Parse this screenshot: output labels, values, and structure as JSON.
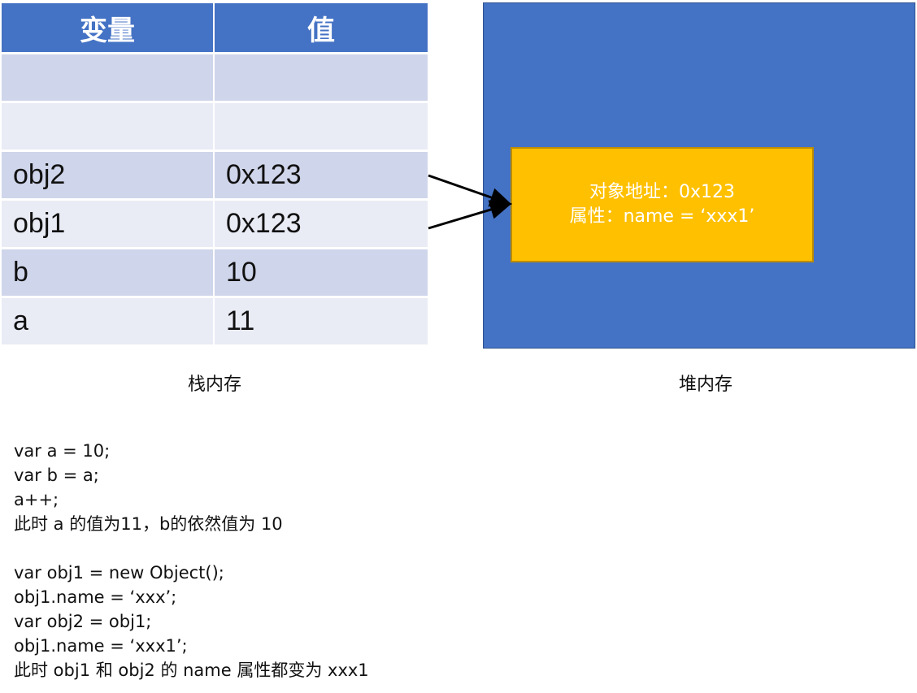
{
  "stack_table": {
    "headers": [
      "变量",
      "值"
    ],
    "rows": [
      {
        "variable": "",
        "value": ""
      },
      {
        "variable": "",
        "value": ""
      },
      {
        "variable": "obj2",
        "value": "0x123"
      },
      {
        "variable": "obj1",
        "value": "0x123"
      },
      {
        "variable": "b",
        "value": "10"
      },
      {
        "variable": "a",
        "value": "11"
      }
    ]
  },
  "stack_caption": "栈内存",
  "heap_caption": "堆内存",
  "heap_object": {
    "line1": "对象地址：0x123",
    "line2": "属性：name = ‘xxx1’"
  },
  "code_lines": [
    "var a = 10;",
    "var b = a;",
    "a++;",
    "此时 a 的值为11，b的依然值为 10",
    "",
    "var obj1 = new Object();",
    "obj1.name = ‘xxx’;",
    "var obj2 = obj1;",
    "obj1.name = ‘xxx1’;",
    "此时 obj1 和 obj2 的 name 属性都变为 xxx1"
  ],
  "colors": {
    "header_blue": "#4472c4",
    "row_dark": "#cfd5ea",
    "row_light": "#e9ebf5",
    "heap_blue": "#4472c4",
    "object_gold": "#ffc000"
  }
}
